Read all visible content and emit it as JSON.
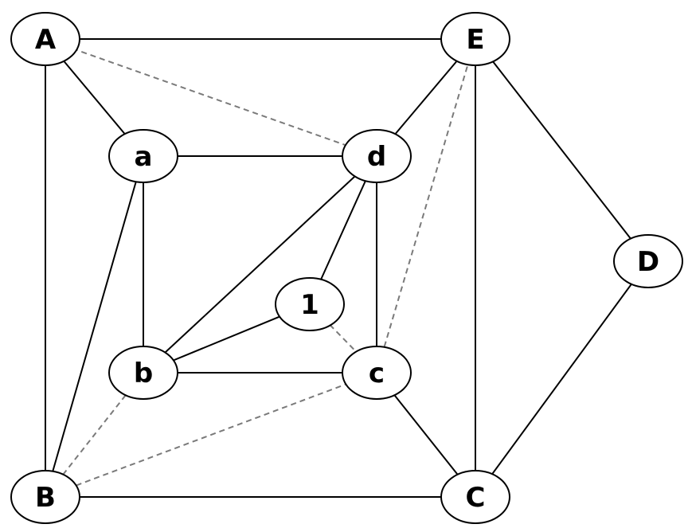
{
  "colors": {
    "background": "#ffffff",
    "solid_edge": "#000000",
    "dashed_edge": "#7a7a7a",
    "node_fill": "#ffffff",
    "node_stroke": "#000000"
  },
  "nodes": [
    {
      "id": "A",
      "label": "A"
    },
    {
      "id": "E",
      "label": "E"
    },
    {
      "id": "a",
      "label": "a"
    },
    {
      "id": "d",
      "label": "d"
    },
    {
      "id": "D",
      "label": "D"
    },
    {
      "id": "1",
      "label": "1"
    },
    {
      "id": "b",
      "label": "b"
    },
    {
      "id": "c",
      "label": "c"
    },
    {
      "id": "B",
      "label": "B"
    },
    {
      "id": "C",
      "label": "C"
    }
  ],
  "edges": [
    {
      "from": "A",
      "to": "E",
      "style": "solid"
    },
    {
      "from": "A",
      "to": "a",
      "style": "solid"
    },
    {
      "from": "A",
      "to": "B",
      "style": "solid"
    },
    {
      "from": "A",
      "to": "d",
      "style": "dashed"
    },
    {
      "from": "E",
      "to": "d",
      "style": "solid"
    },
    {
      "from": "E",
      "to": "C",
      "style": "solid"
    },
    {
      "from": "E",
      "to": "D",
      "style": "solid"
    },
    {
      "from": "E",
      "to": "c",
      "style": "dashed"
    },
    {
      "from": "a",
      "to": "d",
      "style": "solid"
    },
    {
      "from": "a",
      "to": "b",
      "style": "solid"
    },
    {
      "from": "a",
      "to": "B",
      "style": "solid"
    },
    {
      "from": "d",
      "to": "1",
      "style": "solid"
    },
    {
      "from": "d",
      "to": "b",
      "style": "solid"
    },
    {
      "from": "d",
      "to": "c",
      "style": "solid"
    },
    {
      "from": "1",
      "to": "b",
      "style": "solid"
    },
    {
      "from": "1",
      "to": "c",
      "style": "dashed"
    },
    {
      "from": "b",
      "to": "c",
      "style": "solid"
    },
    {
      "from": "b",
      "to": "B",
      "style": "dashed"
    },
    {
      "from": "c",
      "to": "B",
      "style": "dashed"
    },
    {
      "from": "c",
      "to": "C",
      "style": "solid"
    },
    {
      "from": "B",
      "to": "C",
      "style": "solid"
    },
    {
      "from": "D",
      "to": "C",
      "style": "solid"
    }
  ]
}
